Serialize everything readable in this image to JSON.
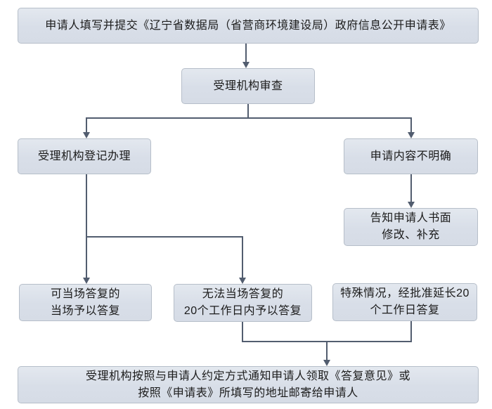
{
  "nodes": {
    "apply": [
      "申请人填写并提交《辽宁省数据局（省营商环境建设局）政府信息公开申请表》"
    ],
    "review": [
      "受理机构审查"
    ],
    "register": [
      "受理机构登记办理"
    ],
    "unclear": [
      "申请内容不明确"
    ],
    "notify": [
      "告知申请人书面",
      "修改、补充"
    ],
    "answer_onspot": [
      "可当场答复的",
      "当场予以答复"
    ],
    "answer_20days": [
      "无法当场答复的",
      "20个工作日内予以答复"
    ],
    "answer_extend": [
      "特殊情况，经批准延长20",
      "个工作日答复"
    ],
    "final": [
      "受理机构按照与申请人约定方式通知申请人领取《答复意见》或",
      "按照《申请表》所填写的地址邮寄给申请人"
    ]
  },
  "colors": {
    "box_fill_top": "#e3e8ef",
    "box_fill_bottom": "#d6dce6",
    "box_border": "#b6bec9",
    "connector": "#525d6f",
    "text": "#1b1b1b",
    "background": "#ffffff"
  }
}
